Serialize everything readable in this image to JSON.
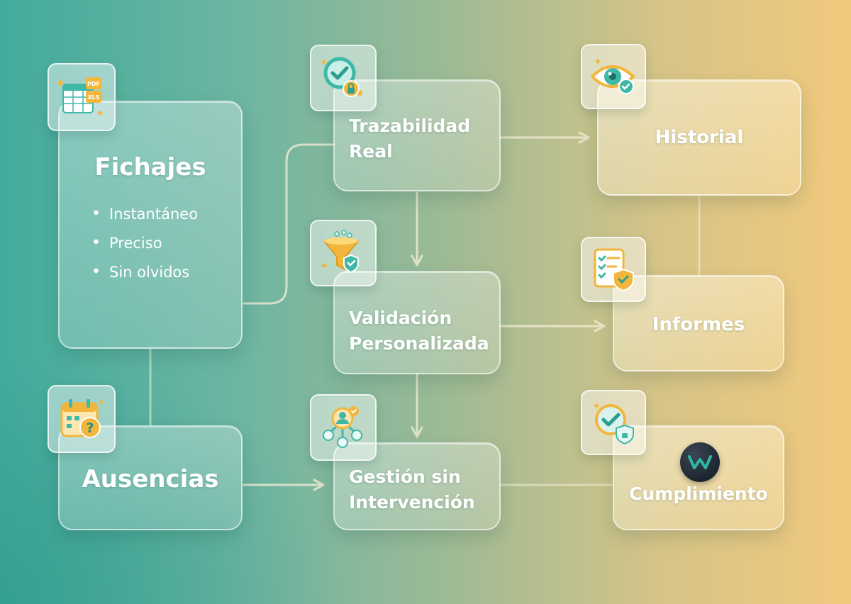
{
  "colors": {
    "background_left": "#43ab9c",
    "background_right": "#f1c97c",
    "icon_teal": "#3fb8a7",
    "icon_gold": "#f2b63c",
    "logo_dark": "#1d2630",
    "logo_accent": "#2fb7a5"
  },
  "nodes": {
    "fichajes": {
      "title": "Fichajes",
      "icon": "spreadsheet-pdf-xls-icon",
      "icon_badges": [
        "PDF",
        "XLS"
      ],
      "bullets": [
        "Instantáneo",
        "Preciso",
        "Sin olvidos"
      ]
    },
    "ausencias": {
      "title": "Ausencias",
      "icon": "calendar-question-icon"
    },
    "trazabilidad": {
      "title_line1": "Trazabilidad",
      "title_line2": "Real",
      "icon": "magnifier-check-icon"
    },
    "validacion": {
      "title_line1": "Validación",
      "title_line2": "Personalizada",
      "icon": "funnel-shield-icon"
    },
    "gestion": {
      "title_line1": "Gestión sin",
      "title_line2": "Intervención",
      "icon": "user-network-icon"
    },
    "historial": {
      "title": "Historial",
      "icon": "eye-check-icon"
    },
    "informes": {
      "title": "Informes",
      "icon": "checklist-shield-icon"
    },
    "cumplimiento": {
      "title": "Cumplimiento",
      "icon": "badge-check-shield-icon",
      "logo": "brand-logo"
    }
  },
  "connections": [
    {
      "from": "Fichajes",
      "to": "Trazabilidad Real",
      "arrow": false
    },
    {
      "from": "Fichajes",
      "to": "Ausencias",
      "arrow": false
    },
    {
      "from": "Ausencias",
      "to": "Gestión sin Intervención",
      "arrow": true
    },
    {
      "from": "Trazabilidad Real",
      "to": "Historial",
      "arrow": true
    },
    {
      "from": "Trazabilidad Real",
      "to": "Validación Personalizada",
      "arrow": true
    },
    {
      "from": "Validación Personalizada",
      "to": "Informes",
      "arrow": true
    },
    {
      "from": "Validación Personalizada",
      "to": "Gestión sin Intervención",
      "arrow": true
    },
    {
      "from": "Gestión sin Intervención",
      "to": "Cumplimiento",
      "arrow": false
    },
    {
      "from": "Historial",
      "to": "Informes",
      "arrow": false
    }
  ]
}
